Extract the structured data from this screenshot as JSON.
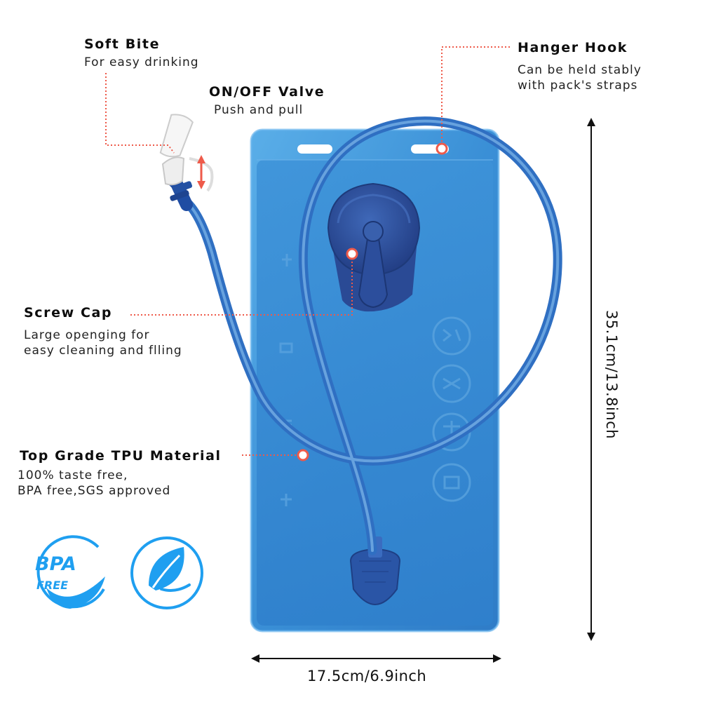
{
  "callouts": {
    "soft_bite": {
      "title": "Soft Bite",
      "desc": "For easy drinking"
    },
    "valve": {
      "title": "ON/OFF Valve",
      "desc": "Push and pull"
    },
    "hanger_hook": {
      "title": "Hanger Hook",
      "desc_line1": "Can be held stably",
      "desc_line2": "with pack's straps"
    },
    "screw_cap": {
      "title": "Screw Cap",
      "desc_line1": "Large openging for",
      "desc_line2": "easy cleaning and flling"
    },
    "material": {
      "title": "Top Grade TPU Material",
      "desc_line1": "100% taste free,",
      "desc_line2": "BPA free,SGS approved"
    }
  },
  "dimensions": {
    "height_label": "35.1cm/13.8inch",
    "width_label": "17.5cm/6.9inch"
  },
  "badges": {
    "bpa_line1": "BPA",
    "bpa_line2": "FREE",
    "leaf_icon": "leaf-icon"
  },
  "colors": {
    "bladder": "#3a8fd6",
    "tube": "#2d6fc4",
    "cap": "#2d52a0",
    "callout_line": "#ee5a4a",
    "badge_blue": "#1f9ff0"
  }
}
